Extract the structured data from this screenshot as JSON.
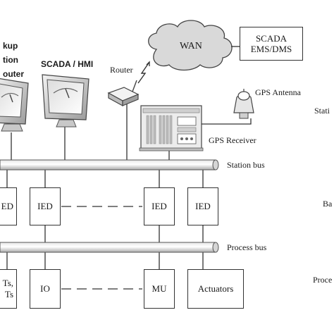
{
  "labels": {
    "backup_line1": "kup",
    "backup_line2": "tion",
    "backup_line3": "outer",
    "scada_hmi": "SCADA / HMI",
    "router": "Router",
    "wan": "WAN",
    "scada_ems_line1": "SCADA",
    "scada_ems_line2": "EMS/DMS",
    "gps_antenna": "GPS Antenna",
    "gps_receiver": "GPS Receiver",
    "station_bus": "Station bus",
    "process_bus": "Process bus",
    "right_station": "Stati",
    "right_bay": "Ba",
    "right_process": "Proce",
    "left_cut_1": "Ts,",
    "left_cut_2": "Ts"
  },
  "bay_boxes": [
    {
      "label": "ED"
    },
    {
      "label": "IED"
    },
    {
      "label": "IED"
    },
    {
      "label": "IED"
    }
  ],
  "process_boxes": [
    {
      "label": "IO"
    },
    {
      "label": "MU"
    },
    {
      "label": "Actuators"
    }
  ]
}
